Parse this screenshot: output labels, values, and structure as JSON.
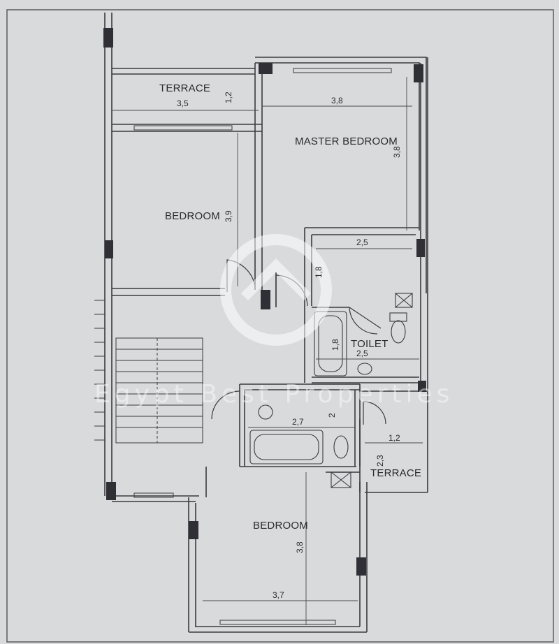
{
  "rooms": {
    "terrace_top": "TERRACE",
    "master_bedroom": "MASTER BEDROOM",
    "bedroom_left": "BEDROOM",
    "toilet": "TOILET",
    "terrace_small": "TERRACE",
    "bedroom_bottom": "BEDROOM"
  },
  "dimensions": {
    "terrace_top_width": "3,5",
    "terrace_top_depth": "1,2",
    "master_width": "3,8",
    "master_depth": "3,8",
    "bedroom_left_depth": "3,9",
    "dressing_width": "2,5",
    "dressing_depth": "1,8",
    "toilet_depth": "1,8",
    "toilet_width": "2,5",
    "bath_width": "2,7",
    "bath_depth": "2",
    "terrace_small_width": "1,2",
    "terrace_small_depth": "2,3",
    "bedroom_bottom_depth": "3,8",
    "bedroom_bottom_width": "3,7"
  },
  "watermark": {
    "text": "Egypt Best Properties"
  }
}
